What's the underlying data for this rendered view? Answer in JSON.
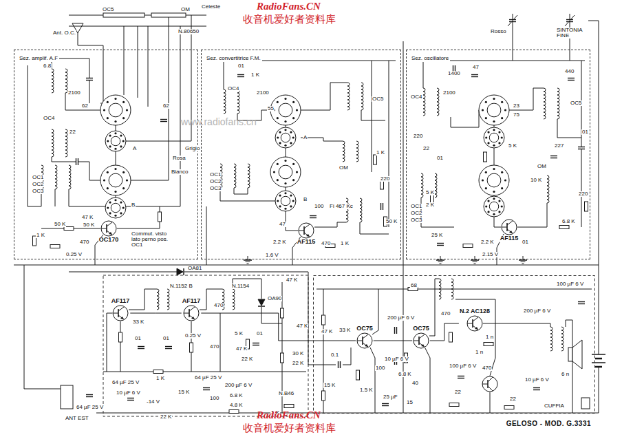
{
  "diagram": {
    "nodes": [
      {
        "text": [
          "Sez. amplif. A.F"
        ]
      },
      {
        "text": [
          "OC170"
        ],
        "in": 0
      },
      {
        "text": [
          "Sez. convertitrice F.M."
        ]
      },
      {
        "text": [
          "AF115"
        ],
        "in": 2
      },
      {
        "text": [
          "Sez. oscillatore"
        ]
      },
      {
        "text": [
          "AF115"
        ],
        "in": 4
      },
      {
        "text": [
          "AF117"
        ]
      },
      {
        "text": [
          "AF117"
        ]
      },
      {
        "text": [
          "GELOSO - MOD. G.3331"
        ]
      },
      {
        "text": [
          "OC75"
        ],
        "in": 8
      },
      {
        "text": [
          "OC75"
        ],
        "in": 8
      },
      {
        "text": [
          "N.2 AC128"
        ],
        "in": 8
      }
    ],
    "edges": [
      {
        "from": 6,
        "to": 7,
        "arrow": "none"
      },
      {
        "from": 7,
        "to": 9,
        "arrow": "none"
      },
      {
        "from": 9,
        "to": 10,
        "arrow": "none"
      },
      {
        "from": 10,
        "to": 11,
        "arrow": "none"
      }
    ],
    "labels": [
      "RadioFans.CN",
      "收音机爱好者资料库",
      "www.radiofans.cn",
      "OC5",
      "OM",
      "Celeste",
      "N.80650",
      "Ant. O.C.",
      "6.8",
      "2100",
      "62",
      "62",
      "A",
      "OC4",
      "22",
      "B",
      "Rosa",
      "Grigio",
      "Bianco",
      "OC1",
      "OC2",
      "OC3",
      "47 K",
      "50 K",
      "50 K",
      "1 K",
      "470",
      "0.25 V",
      "Commut. visto lato perno pos. OC1",
      "01",
      "1 K",
      "OC4",
      "2100",
      "55",
      "A",
      "OC5",
      "OM",
      "B",
      "OC1",
      "OC2",
      "OC3",
      "100",
      "Fi 467 Kc",
      "1 K",
      "220",
      "50 K",
      "47",
      "2.2 K",
      "470",
      "1 K",
      "1.6 V",
      "1400",
      "47",
      "Rosso",
      "SINTONIA FINE",
      "440",
      "OC4",
      "2100",
      "23",
      "75",
      "OC5",
      "220",
      "22",
      "01",
      "5 K",
      "5 K",
      "2 K",
      "01",
      "227",
      "OM",
      "10 K",
      "OC1",
      "OC2",
      "OC3",
      "6.8 K",
      "220",
      "25 K",
      "2.2 K",
      "2.15 V",
      "01",
      "OA81",
      "47 K",
      "N.1152 B",
      "N.1154",
      "OA90",
      "33 K",
      "01",
      "01",
      "0.25 V",
      "470",
      "470",
      "5 K",
      "01",
      "47 K",
      "47 K",
      "22 K",
      "30 K",
      "22 K",
      "1 K",
      "15 K",
      "64 µF 25 V",
      "64 µF 25 V",
      "10 µF 6 V",
      "-14 V",
      "64 µF 25 V",
      "22 K",
      "100",
      "200 µF 6 V",
      "6.8 K",
      "4.8 K",
      "1 K",
      "N.B46",
      "ANT EST",
      "68",
      "100 µF 6 V",
      "47 K",
      "33 K",
      "200 µF 6 V",
      "10 µF 6 V",
      "0.1",
      "15 K",
      "100",
      "1.5 K",
      "25 µF",
      "6.8 K",
      "40",
      "470",
      "1 n",
      "1 n",
      "470",
      "100 µF 6 V",
      "200 µF 6 V",
      "22",
      "10 µF 6 V",
      "22",
      "6 n",
      "CUFFIA",
      "15",
      "RadioFans.CN",
      "收音机爱好者资料库"
    ]
  }
}
